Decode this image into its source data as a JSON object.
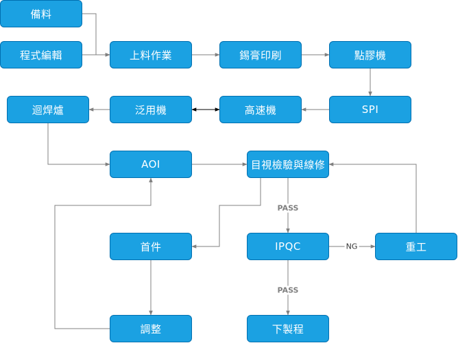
{
  "nodes": {
    "materials": "備料",
    "programming": "程式編輯",
    "loading": "上料作業",
    "solder_print": "錫膏印刷",
    "glue": "點膠機",
    "spi": "SPI",
    "high_speed": "高速機",
    "general": "泛用機",
    "reflow": "迴焊爐",
    "aoi": "AOI",
    "visual": "目視檢驗與線修",
    "first_article": "首件",
    "ipqc": "IPQC",
    "rework": "重工",
    "adjust": "調整",
    "next_process": "下製程"
  },
  "edge_labels": {
    "pass_1": "PASS",
    "pass_2": "PASS",
    "ng": "NG"
  },
  "colors": {
    "node_fill": "#1ba1e2",
    "node_border": "#006eaf",
    "edge": "#808080"
  }
}
